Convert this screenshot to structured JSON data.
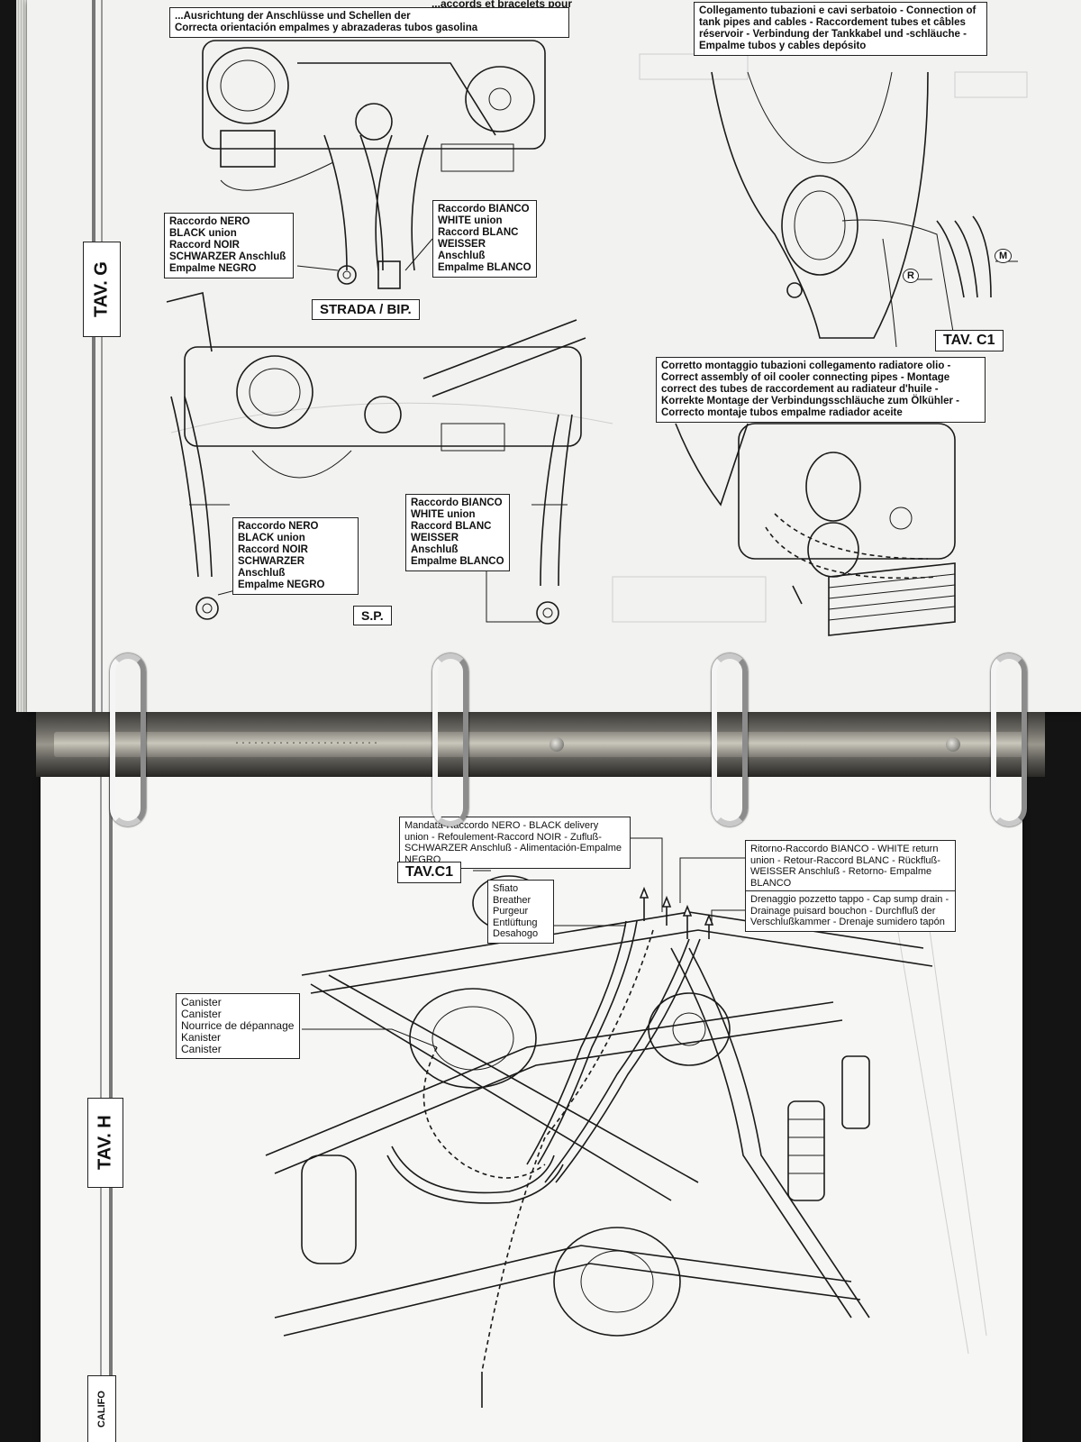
{
  "top_page": {
    "side_tab": "TAV. G",
    "header_partial": "...Ausrichtung der Anschlüsse und Schellen der\nCorrecta orientación empalmes y abrazaderas tubos gasolina",
    "header_partial_top": "...accords et bracelets pour",
    "strada_label": "STRADA / BIP.",
    "sp_label": "S.P.",
    "black_union_1": "Raccordo NERO\nBLACK union\nRaccord NOIR\nSCHWARZER Anschluß\nEmpalme NEGRO",
    "white_union_1": "Raccordo BIANCO\nWHITE union\nRaccord BLANC\nWEISSER Anschluß\nEmpalme BLANCO",
    "black_union_2": "Raccordo NERO\nBLACK union\nRaccord NOIR\nSCHWARZER Anschluß\nEmpalme NEGRO",
    "white_union_2": "Raccordo BIANCO\nWHITE union\nRaccord BLANC\nWEISSER Anschluß\nEmpalme BLANCO",
    "tank_caption": "Collegamento tubazioni e cavi serbatoio - Connection of tank pipes and cables - Raccordement tubes et câbles réservoir - Verbindung der Tankkabel und -schläuche - Empalme tubos y cables depósito",
    "tav_c1": "TAV. C1",
    "marker_m": "M",
    "marker_r": "R",
    "oil_caption": "Corretto montaggio tubazioni collegamento radiatore olio - Correct assembly of oil cooler connecting pipes - Montage correct des tubes de raccordement au radiateur d'huile - Korrekte Montage der Verbindungsschläuche zum Ölkühler - Correcto montaje tubos empalme radiador aceite"
  },
  "bottom_page": {
    "side_tab": "TAV. H",
    "bottom_tab": "CALIFO",
    "tav_c1": "TAV.C1",
    "mandata": "Mandata-Raccordo NERO - BLACK delivery union - Refoulement-Raccord NOIR - Zufluß-SCHWARZER Anschluß - Alimentación-Empalme NEGRO",
    "ritorno": "Ritorno-Raccordo BIANCO - WHITE return union - Retour-Raccord BLANC - Rückfluß-WEISSER Anschluß - Retorno- Empalme BLANCO",
    "drenaggio": "Drenaggio pozzetto tappo - Cap sump drain - Drainage puisard bouchon - Durchfluß der Verschlußkammer - Drenaje sumidero tapón",
    "sfiato": "Sfiato\nBreather\nPurgeur\nEntlüftung\nDesahogo",
    "canister": "Canister\nCanister\nNourrice de dépannage\nKanister\nCanister"
  },
  "binder": {
    "bar_text": "·······················"
  }
}
